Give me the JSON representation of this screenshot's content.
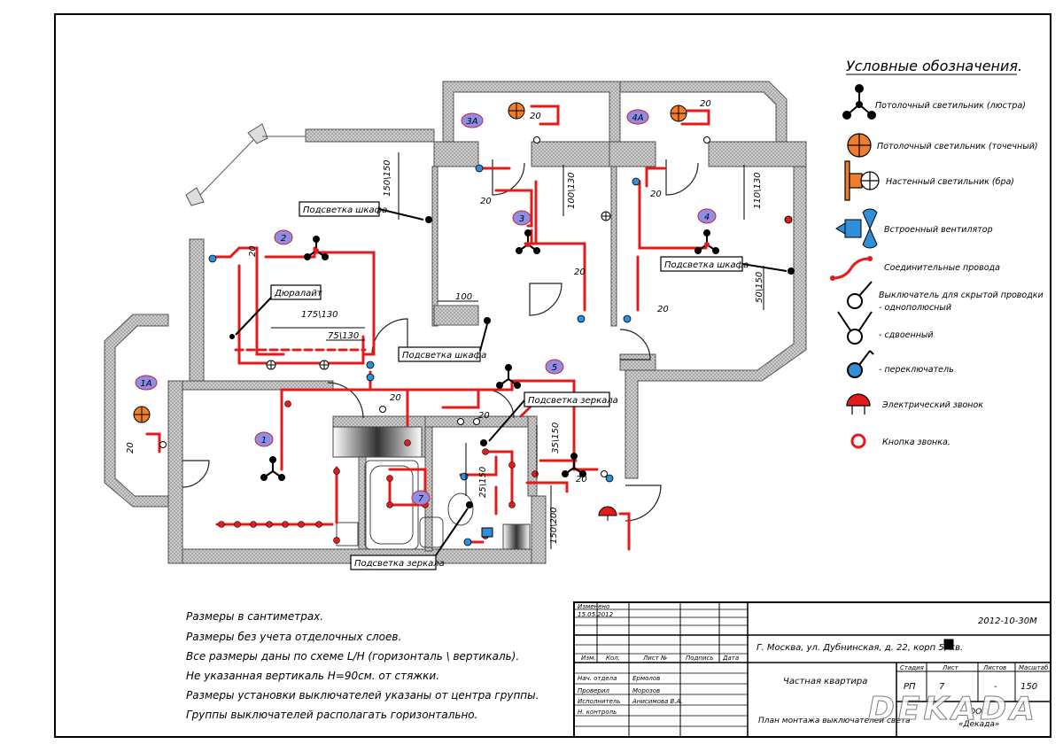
{
  "legend": {
    "title": "Условные обозначения.",
    "items": [
      "Потолочный светильник (люстра)",
      "Потолочный светильник (точечный)",
      "Настенный светильник (бра)",
      "Встроенный вентилятор",
      "Соединительные провода",
      "Выключатель для скрытой проводки",
      "- однополюсный",
      "- сдвоенный",
      "- переключатель",
      "Электрический звонок",
      "Кнопка звонка."
    ]
  },
  "rooms": [
    "1",
    "1А",
    "2",
    "3",
    "3А",
    "4",
    "4А",
    "5",
    "7"
  ],
  "labels": {
    "shkaf1": "Подсветка шкафа",
    "shkaf2": "Подсветка шкафа",
    "shkaf3": "Подсветка шкафа",
    "zerkala1": "Подсветка зеркала",
    "zerkala2": "Подсветка зеркала",
    "duralight": "Дюралайт"
  },
  "dims": {
    "d150a": "150\\150",
    "d20a": "20",
    "d20b": "20",
    "d20c": "20",
    "d20d": "20",
    "d20e": "20",
    "d20f": "20",
    "d20g": "20",
    "d20h": "20",
    "d20i": "20",
    "d20j": "20",
    "d20k": "20",
    "d100a": "100\\130",
    "d110": "110\\130",
    "d100": "100",
    "d50": "50\\150",
    "d175": "175\\130",
    "d75": "75\\130",
    "d25": "25\\150",
    "d35": "35\\150",
    "d150b": "150\\200"
  },
  "notes": [
    "Размеры в сантиметрах.",
    "Размеры без учета отделочных слоев.",
    "Все размеры даны по схеме L/H (горизонталь \\ вертикаль).",
    "Не указанная вертикаль H=90см. от стяжки.",
    "Размеры установки выключателей указаны от центра группы.",
    "Группы выключателей располагать горизонтально."
  ],
  "title_block": {
    "changed": "Изменено",
    "changed_date": "15.05.2012",
    "code": "2012-10-30М",
    "address": "Г. Москва, ул. Дубнинская, д. 22, корп 5, кв.",
    "col_izm": "Изм.",
    "col_kol": "Кол.",
    "col_list": "Лист №",
    "col_podp": "Подпись",
    "col_data": "Дата",
    "project": "Частная квартира",
    "sheet_title": "План монтажа выключателей света",
    "stadiya_h": "Стадия",
    "list_h": "Лист",
    "listov_h": "Листов",
    "masshtab_h": "Масштаб",
    "stadiya": "РП",
    "list": "7",
    "listov": "-",
    "masshtab": "150",
    "role1": "Нач. отдела",
    "name1": "Ермолов",
    "role2": "Проверил",
    "name2": "Морозов",
    "role3": "Исполнитель",
    "name3": "Анисимова В.А.",
    "role4": "Н. контроль",
    "org1": "ООО",
    "org2": "«Декада»",
    "watermark": "DEKADA"
  },
  "colors": {
    "wire": "#e31b1b",
    "orange": "#ef7d2a",
    "blue": "#2f8fd8",
    "room_label": "#8e8ee8",
    "wall": "#9a9a9a"
  }
}
